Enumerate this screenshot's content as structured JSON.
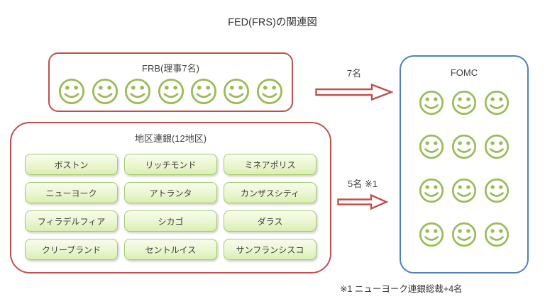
{
  "title": "FED(FRS)の関連図",
  "colors": {
    "box_red": "#C0504D",
    "box_blue": "#4F81BD",
    "smiley_green": "#9BBB59",
    "button_border_green": "#A6CB70",
    "button_fill_top": "#F7FCEC",
    "button_fill_bottom": "#D9EFB2",
    "arrow_red": "#C0504D",
    "text": "#3F3F3F"
  },
  "frb": {
    "title": "FRB(理事7名)",
    "member_count": 7
  },
  "district_banks": {
    "title": "地区連銀(12地区)",
    "banks": [
      "ボストン",
      "リッチモンド",
      "ミネアポリス",
      "ニューヨーク",
      "アトランタ",
      "カンザスシティ",
      "フィラデルフィア",
      "シカゴ",
      "ダラス",
      "クリーブランド",
      "セントルイス",
      "サンフランシスコ"
    ]
  },
  "arrows": {
    "frb_to_fomc_label": "7名",
    "district_to_fomc_label": "5名 ※1"
  },
  "fomc": {
    "title": "FOMC",
    "member_count": 12
  },
  "footnote": "※1 ニューヨーク連銀総裁+4名"
}
